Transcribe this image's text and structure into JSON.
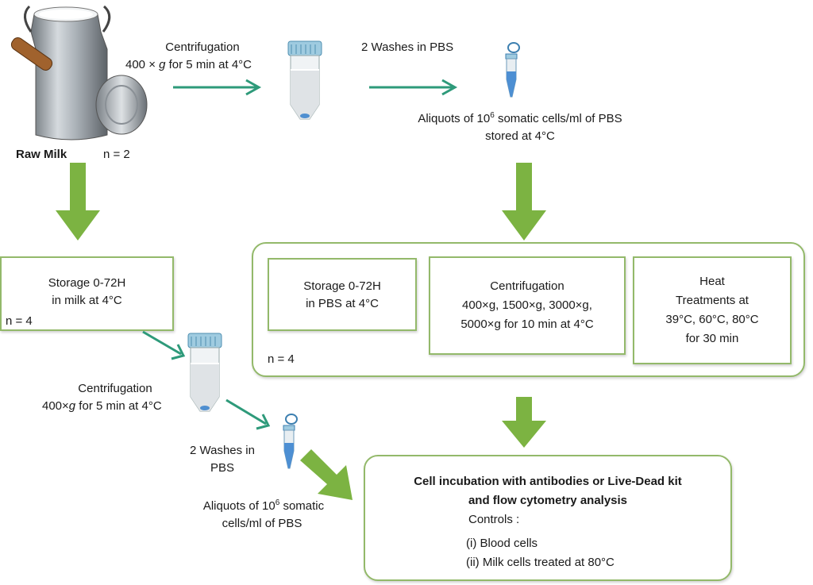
{
  "raw_milk": {
    "label": "Raw Milk",
    "n": "n = 2"
  },
  "top_centrifugation": {
    "line1": "Centrifugation",
    "line2_pre": "400 × ",
    "line2_g": "g",
    "line2_post": " for 5 min at 4°C"
  },
  "top_washes": {
    "label": "2 Washes in PBS"
  },
  "top_aliquots": {
    "pre": "Aliquots of 10",
    "sup": "6",
    "post": " somatic cells/ml of PBS",
    "line2": "stored at 4°C"
  },
  "storage_milk": {
    "line1": "Storage 0-72H",
    "line2": "in milk at 4°C",
    "n": "n = 4"
  },
  "pbs_group": {
    "n": "n = 4",
    "storage": {
      "line1": "Storage 0-72H",
      "line2": "in PBS at 4°C"
    },
    "centrifugation": {
      "line1": "Centrifugation",
      "line2": "400×g, 1500×g, 3000×g,",
      "line3": "5000×g for 10 min at 4°C"
    },
    "heat": {
      "line1": "Heat",
      "line2": "Treatments at",
      "line3": "39°C, 60°C, 80°C",
      "line4": "for 30 min"
    }
  },
  "bottom_centrifugation": {
    "line1": "Centrifugation",
    "line2_pre": "400×",
    "line2_g": "g",
    "line2_post": " for 5 min at 4°C"
  },
  "bottom_washes": {
    "line1": "2 Washes in",
    "line2": "PBS"
  },
  "bottom_aliquots": {
    "pre": "Aliquots of 10",
    "sup": "6",
    "post": " somatic",
    "line2": "cells/ml of PBS"
  },
  "final_box": {
    "title1": "Cell incubation with antibodies or Live-Dead kit",
    "title2": "and flow cytometry analysis",
    "controls": "Controls :",
    "item1": "(i)  Blood cells",
    "item2": "(ii)  Milk cells treated at 80°C"
  },
  "colors": {
    "arrow_green": "#7cb342",
    "teal_arrow": "#2e9a7a",
    "box_border": "#93b96a",
    "tube_cap": "#6fa8c8"
  }
}
